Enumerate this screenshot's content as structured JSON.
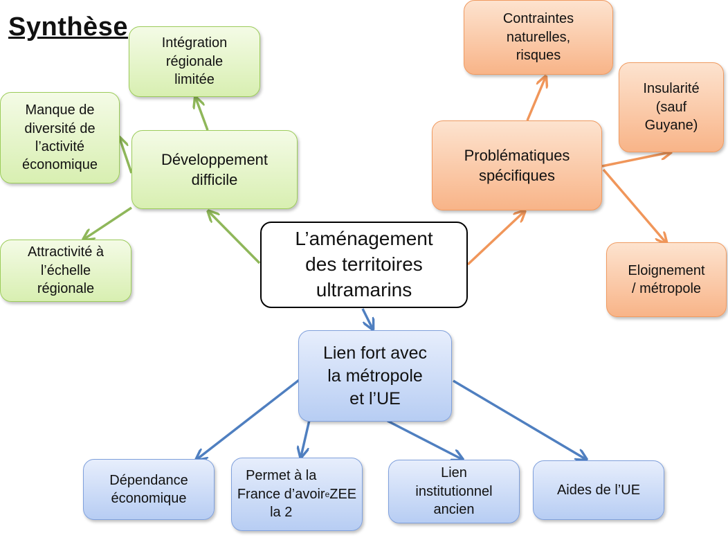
{
  "title": "Synthèse",
  "nodes": {
    "center": "L’aménagement\ndes territoires\nultramarins",
    "developpement": "Développement\ndifficile",
    "integration": "Intégration\nrégionale\nlimitée",
    "manque": "Manque de\ndiversité de\nl’activité\néconomique",
    "attractivite": "Attractivité à\nl’échelle\nrégionale",
    "problematiques": "Problématiques\nspécifiques",
    "contraintes": "Contraintes\nnaturelles,\nrisques",
    "insularite": "Insularité\n(sauf\nGuyane)",
    "eloignement": "Eloignement\n/ métropole",
    "lien_fort": "Lien fort avec\nla métropole\net l’UE",
    "dependance": "Dépendance\néconomique",
    "permet_line1": "Permet à la\nFrance d’avoir\nla 2",
    "permet_sup": "e",
    "permet_line2": " ZEE",
    "lien_institutionnel": "Lien\ninstitutionnel\nancien",
    "aides": "Aides de l’UE"
  },
  "colors": {
    "green_arrow": "#8fb75a",
    "orange_arrow": "#f0965a",
    "blue_arrow": "#4f7fc0"
  }
}
